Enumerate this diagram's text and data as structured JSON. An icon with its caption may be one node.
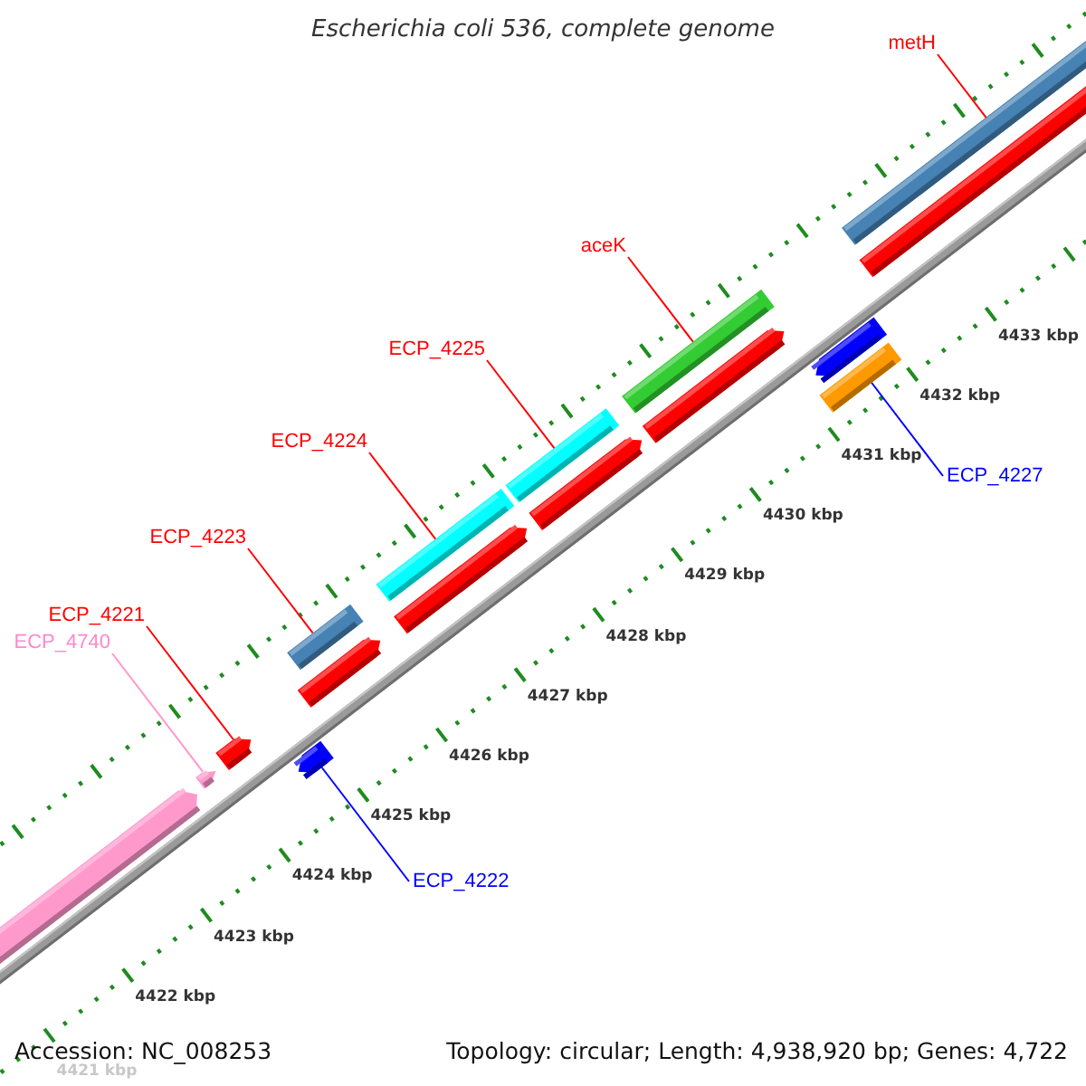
{
  "diagram": {
    "title": "Escherichia coli 536, complete genome",
    "nodes": [
      {
        "text": [
          "metH"
        ]
      },
      {
        "text": [
          "aceK"
        ]
      },
      {
        "text": [
          "ECP_4225"
        ]
      },
      {
        "text": [
          "ECP_4224"
        ]
      },
      {
        "text": [
          "ECP_4223"
        ]
      },
      {
        "text": [
          "ECP_4221"
        ]
      },
      {
        "text": [
          "ECP_4740"
        ]
      },
      {
        "text": [
          "ECP_4227"
        ]
      },
      {
        "text": [
          "ECP_4222"
        ]
      },
      {
        "text": [],
        "shape": "box"
      },
      {
        "text": [],
        "shape": "pentagon"
      },
      {
        "text": [],
        "shape": "box"
      },
      {
        "text": [],
        "shape": "pentagon"
      },
      {
        "text": [],
        "shape": "box"
      },
      {
        "text": [],
        "shape": "pentagon"
      },
      {
        "text": [],
        "shape": "box"
      },
      {
        "text": [],
        "shape": "pentagon"
      },
      {
        "text": [],
        "shape": "box"
      },
      {
        "text": [],
        "shape": "pentagon"
      },
      {
        "text": [],
        "shape": "pentagon"
      },
      {
        "text": [],
        "shape": "pentagon"
      },
      {
        "text": [],
        "shape": "pentagon"
      },
      {
        "text": [],
        "shape": "pentagon"
      },
      {
        "text": [],
        "shape": "box"
      },
      {
        "text": [],
        "shape": "pentagon"
      }
    ],
    "edges": [
      {
        "from": 0,
        "to": 9,
        "arrow": "none"
      },
      {
        "from": 1,
        "to": 11,
        "arrow": "none"
      },
      {
        "from": 2,
        "to": 13,
        "arrow": "none"
      },
      {
        "from": 3,
        "to": 15,
        "arrow": "none"
      },
      {
        "from": 4,
        "to": 17,
        "arrow": "none"
      },
      {
        "from": 5,
        "to": 19,
        "arrow": "none"
      },
      {
        "from": 6,
        "to": 20,
        "arrow": "none",
        "color": "#ff99cc"
      },
      {
        "from": 7,
        "to": 23,
        "arrow": "none",
        "color": "#0000ff"
      },
      {
        "from": 8,
        "to": 24,
        "arrow": "none",
        "color": "#0000ff"
      }
    ],
    "labels": [
      "4433 kbp",
      "4432 kbp",
      "4431 kbp",
      "4430 kbp",
      "4429 kbp",
      "4428 kbp",
      "4427 kbp",
      "4426 kbp",
      "4425 kbp",
      "4424 kbp",
      "4423 kbp",
      "4422 kbp",
      "4421 kbp",
      "Accession: NC_008253",
      "Topology: circular; Length: 4,938,920 bp; Genes: 4,722"
    ]
  }
}
